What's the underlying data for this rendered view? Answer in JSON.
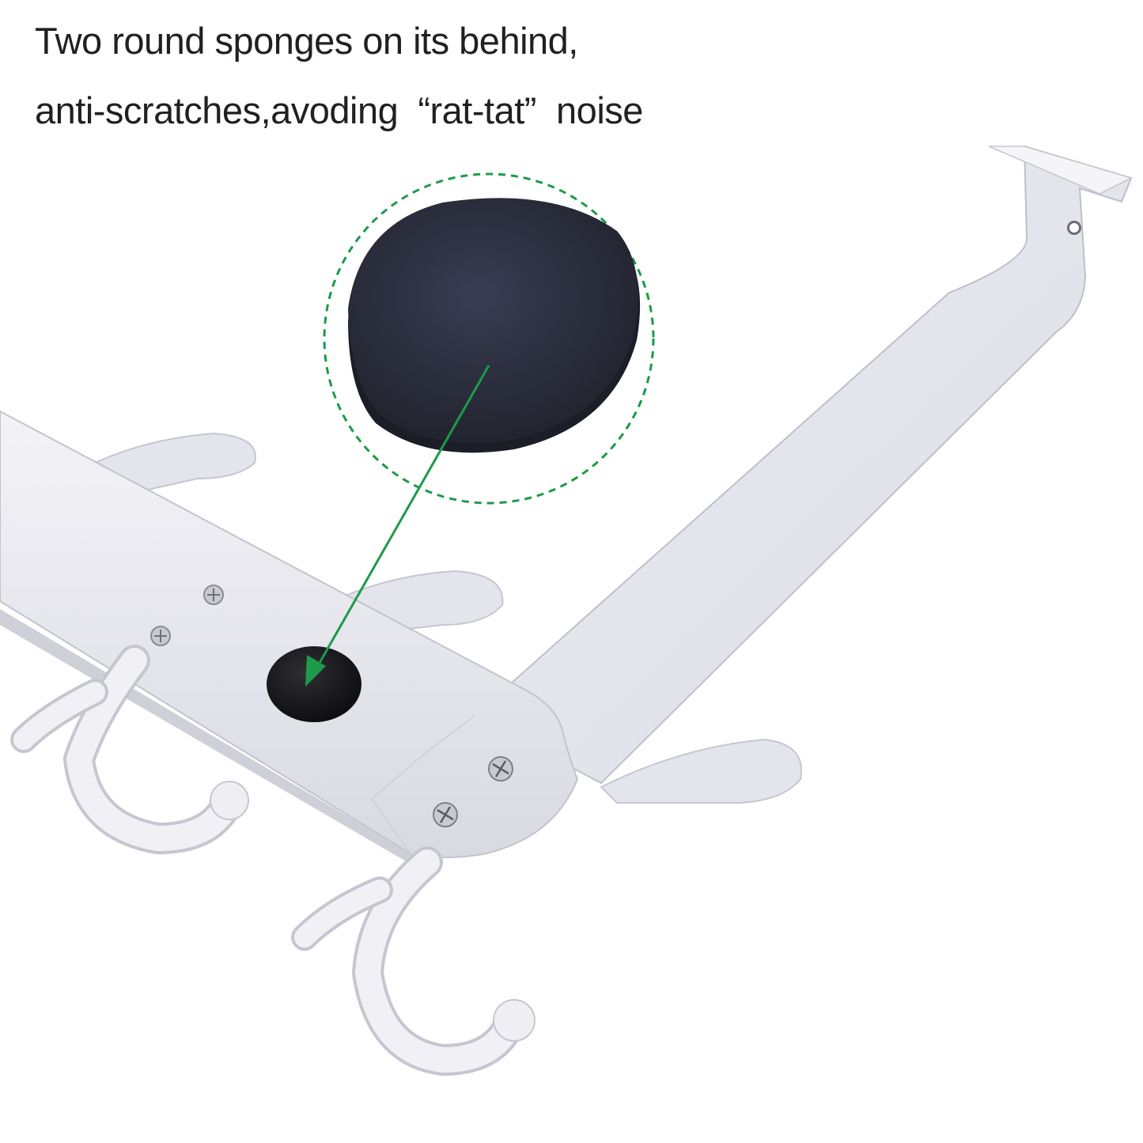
{
  "caption": {
    "line1": "Two round sponges on its behind,",
    "line2": "anti-scratches,avoding  “rat-tat”  noise"
  },
  "colors": {
    "caption_text": "#231f20",
    "rack_white": "#e9e9ef",
    "rack_shadow": "#c9c9d3",
    "sponge": "#2a2d3d",
    "callout_green": "#1d9a4a"
  },
  "icons": {
    "sponge_closeup": "dark-round-sponge",
    "arrow": "green-arrow-pointer",
    "screw": "phillips-screw"
  }
}
